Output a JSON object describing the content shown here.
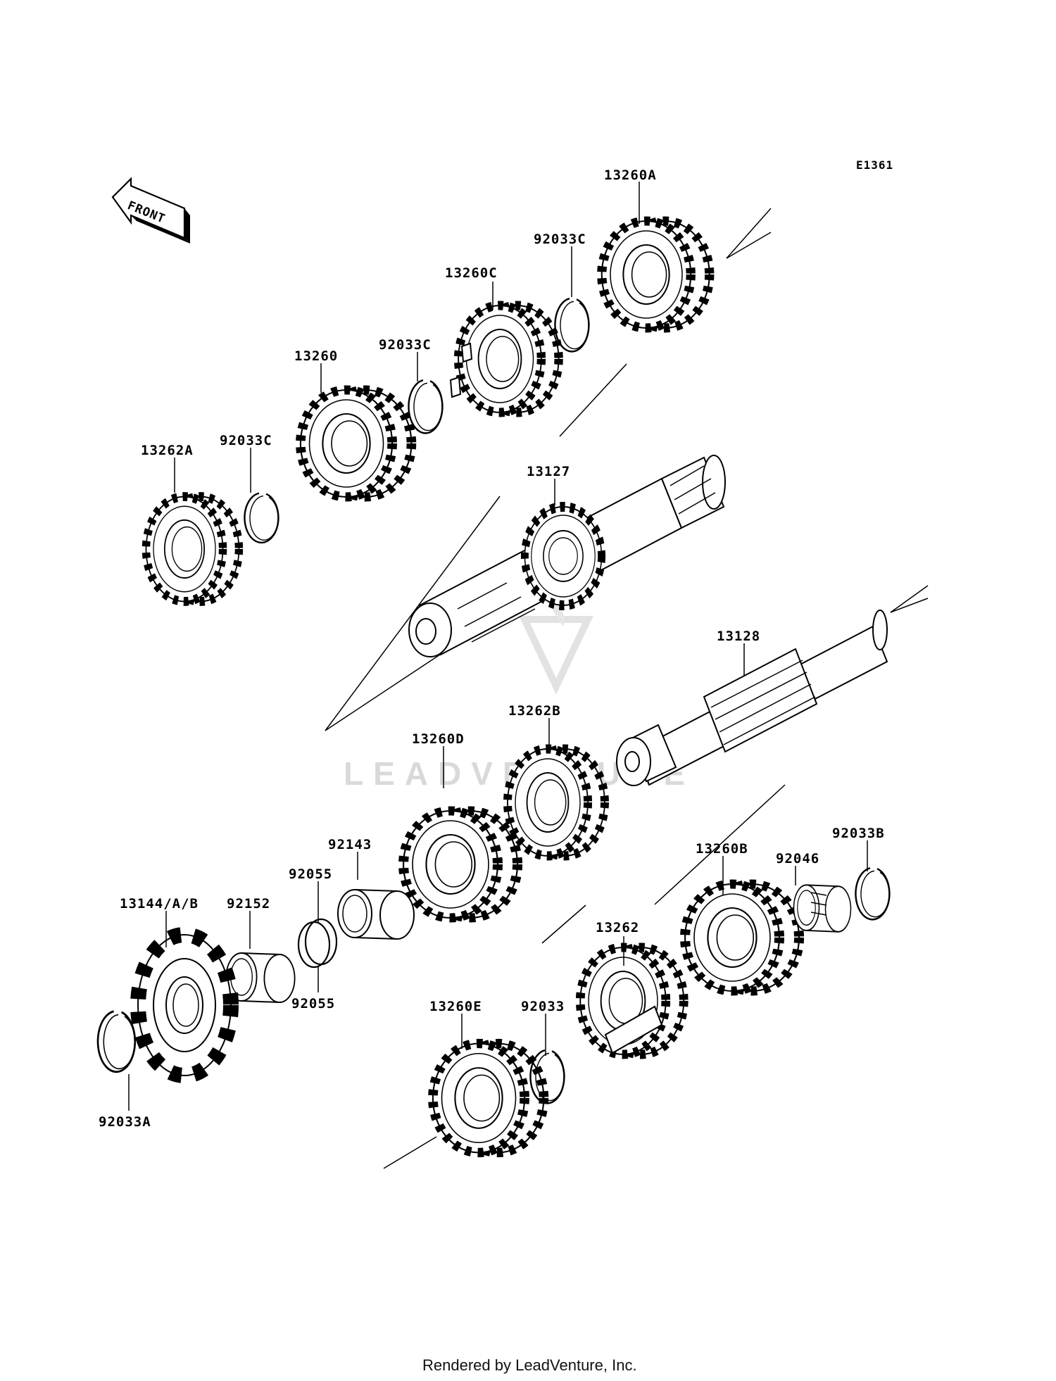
{
  "diagram_code": "E1361",
  "front_arrow_label": "FRONT",
  "watermark": "LEADVENTURE",
  "footer": "Rendered by LeadVenture, Inc.",
  "labels": {
    "p13260A": "13260A",
    "p92033C_1": "92033C",
    "p13260C": "13260C",
    "p92033C_2": "92033C",
    "p13260": "13260",
    "p92033C_3": "92033C",
    "p13262A": "13262A",
    "p13127": "13127",
    "p13128": "13128",
    "p13262B": "13262B",
    "p13260D": "13260D",
    "p92143": "92143",
    "p92055_top": "92055",
    "p92055_bottom": "92055",
    "p13144": "13144/A/B",
    "p92152": "92152",
    "p92033A": "92033A",
    "p13260E": "13260E",
    "p92033": "92033",
    "p13262": "13262",
    "p13260B": "13260B",
    "p92046": "92046",
    "p92033B": "92033B"
  }
}
